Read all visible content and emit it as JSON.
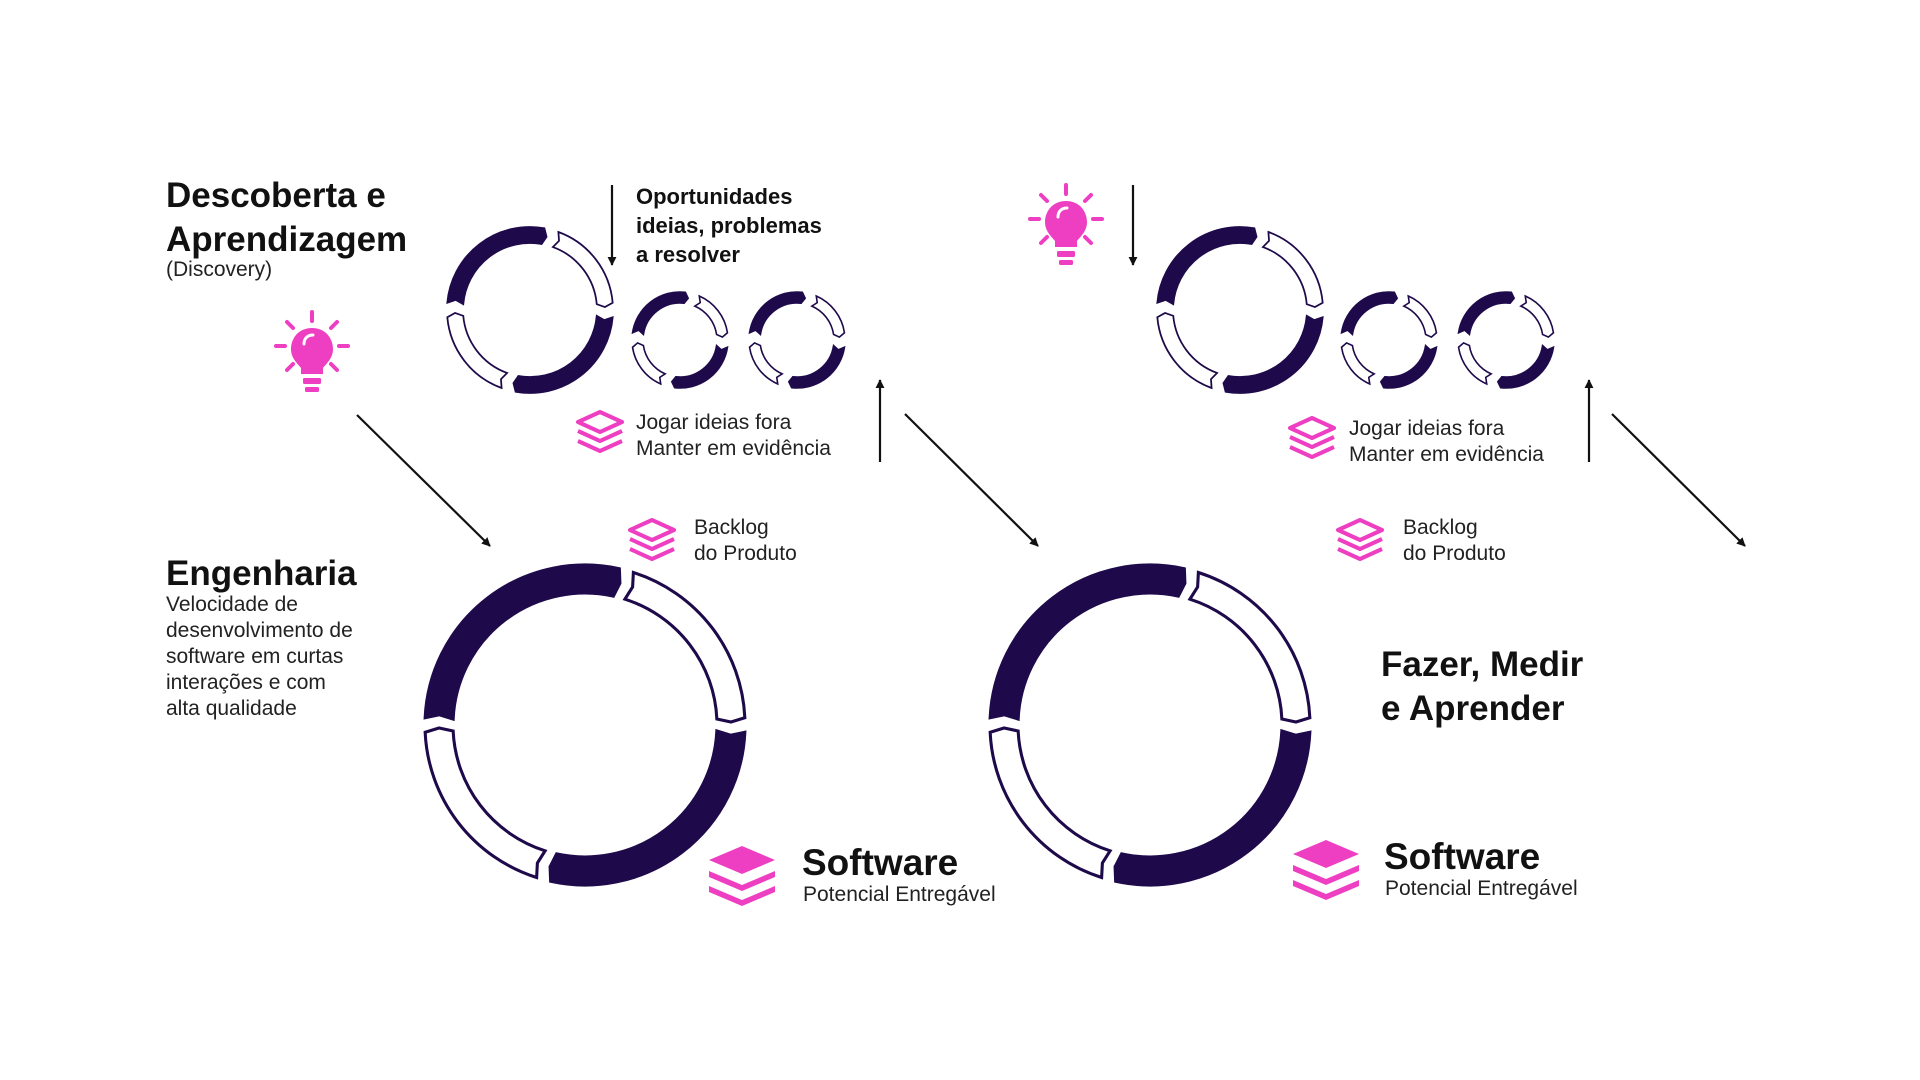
{
  "discovery": {
    "title_lines": [
      "Descoberta e",
      "Aprendizagem"
    ],
    "subtitle": "(Discovery)"
  },
  "opportunities": {
    "lines": [
      "Oportunidades",
      "ideias, problemas",
      "a resolver"
    ]
  },
  "throw_ideas": [
    {
      "lines": [
        "Jogar ideias fora",
        "Manter em evidência"
      ]
    },
    {
      "lines": [
        "Jogar ideias fora",
        "Manter em evidência"
      ]
    }
  ],
  "backlog": [
    {
      "lines": [
        "Backlog",
        "do Produto"
      ]
    },
    {
      "lines": [
        "Backlog",
        "do Produto"
      ]
    }
  ],
  "engineering": {
    "title": "Engenharia",
    "desc_lines": [
      "Velocidade de",
      "desenvolvimento de",
      "software em curtas",
      "interações e com",
      "alta qualidade"
    ]
  },
  "build_measure": {
    "lines": [
      "Fazer, Medir",
      "e Aprender"
    ]
  },
  "software": [
    {
      "title": "Software",
      "subtitle": "Potencial Entregável"
    },
    {
      "title": "Software",
      "subtitle": "Potencial Entregável"
    }
  ],
  "colors": {
    "dark": "#1e0a4a",
    "magenta": "#ee3fc2",
    "divider_start": "#e63bc3",
    "divider_end": "#ff9aa0"
  },
  "icons": [
    "lightbulb-icon",
    "layers-icon",
    "arrow-icon"
  ]
}
